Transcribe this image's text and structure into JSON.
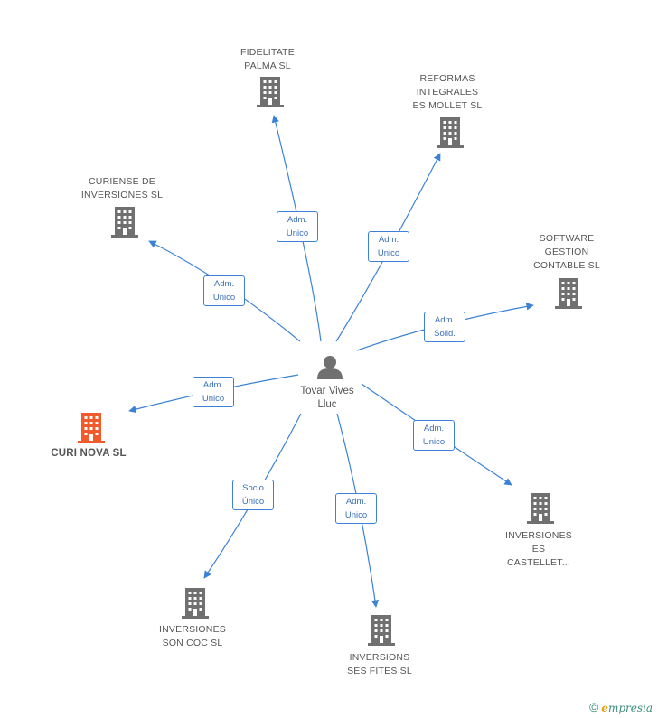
{
  "center": {
    "name_lines": [
      "Tovar Vives",
      "Lluc"
    ]
  },
  "colors": {
    "edge": "#3b82d6",
    "building": "#707070",
    "highlight": "#f15a2b"
  },
  "nodes": [
    {
      "id": "fidelitate",
      "lines": [
        "FIDELITATE",
        "PALMA SL"
      ],
      "icon": "building-icon",
      "highlight": false,
      "relation": [
        "Adm.",
        "Unico"
      ]
    },
    {
      "id": "reformas",
      "lines": [
        "REFORMAS",
        "INTEGRALES",
        "ES MOLLET SL"
      ],
      "icon": "building-icon",
      "highlight": false,
      "relation": [
        "Adm.",
        "Unico"
      ]
    },
    {
      "id": "curiense",
      "lines": [
        "CURIENSE DE",
        "INVERSIONES SL"
      ],
      "icon": "building-icon",
      "highlight": false,
      "relation": [
        "Adm.",
        "Unico"
      ]
    },
    {
      "id": "software",
      "lines": [
        "SOFTWARE",
        "GESTION",
        "CONTABLE SL"
      ],
      "icon": "building-icon",
      "highlight": false,
      "relation": [
        "Adm.",
        "Solid."
      ]
    },
    {
      "id": "curinova",
      "lines": [
        "CURI NOVA SL"
      ],
      "icon": "building-icon",
      "highlight": true,
      "relation": [
        "Adm.",
        "Unico"
      ]
    },
    {
      "id": "castellet",
      "lines": [
        "INVERSIONES",
        "ES",
        "CASTELLET..."
      ],
      "icon": "building-icon",
      "highlight": false,
      "relation": [
        "Adm.",
        "Unico"
      ]
    },
    {
      "id": "soncoc",
      "lines": [
        "INVERSIONES",
        "SON COC SL"
      ],
      "icon": "building-icon",
      "highlight": false,
      "relation": [
        "Socio",
        "Único"
      ]
    },
    {
      "id": "sesfites",
      "lines": [
        "INVERSIONS",
        "SES FITES SL"
      ],
      "icon": "building-icon",
      "highlight": false,
      "relation": [
        "Adm.",
        "Unico"
      ]
    }
  ],
  "watermark": {
    "copyright": "©",
    "brand_initial": "e",
    "brand_rest": "mpresia"
  }
}
